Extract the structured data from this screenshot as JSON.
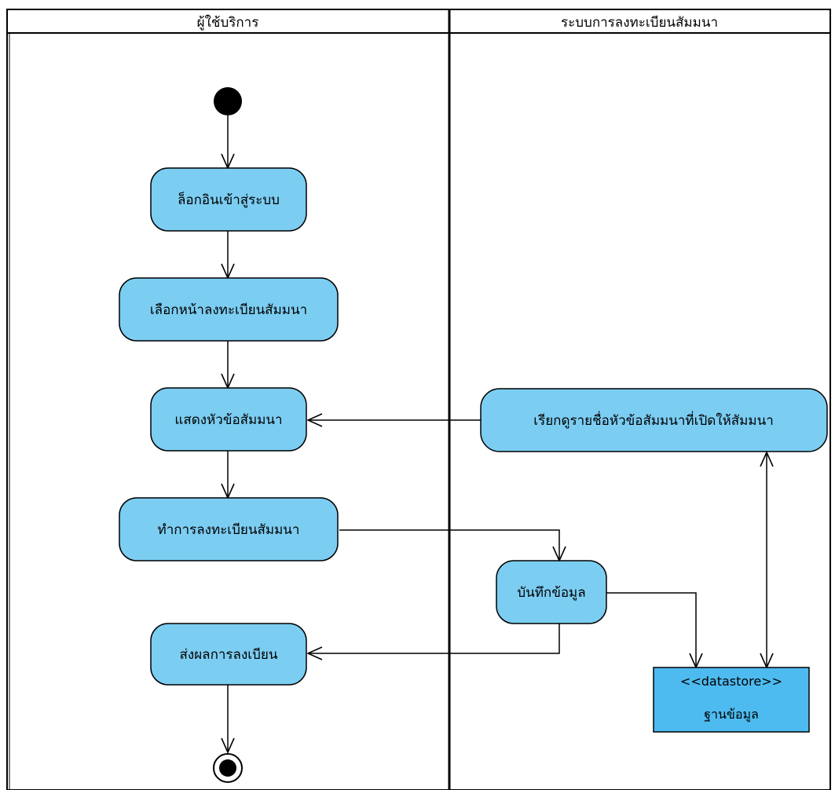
{
  "swimlanes": [
    {
      "title": "ผู้ใช้บริการ"
    },
    {
      "title": "ระบบการลงทะเบียนสัมมนา"
    }
  ],
  "actions": [
    {
      "label": "ล็อกอินเข้าสู่ระบบ"
    },
    {
      "label": "เลือกหน้าลงทะเบียนสัมมนา"
    },
    {
      "label": "แสดงหัวข้อสัมมนา"
    },
    {
      "label": "ทำการลงทะเบียนสัมมนา"
    },
    {
      "label": "ส่งผลการลงเบียน"
    },
    {
      "label": "เรียกดูรายชื่อหัวข้อสัมมนาที่เปิดให้สัมมนา"
    },
    {
      "label": "บันทึกข้อมูล"
    }
  ],
  "datastore": {
    "stereotype": "<<datastore>>",
    "label": "ฐานข้อมูล"
  },
  "colors": {
    "node_fill": "#7ccdf2",
    "store_fill": "#4dbbef",
    "line": "#000000",
    "background": "#ffffff"
  }
}
